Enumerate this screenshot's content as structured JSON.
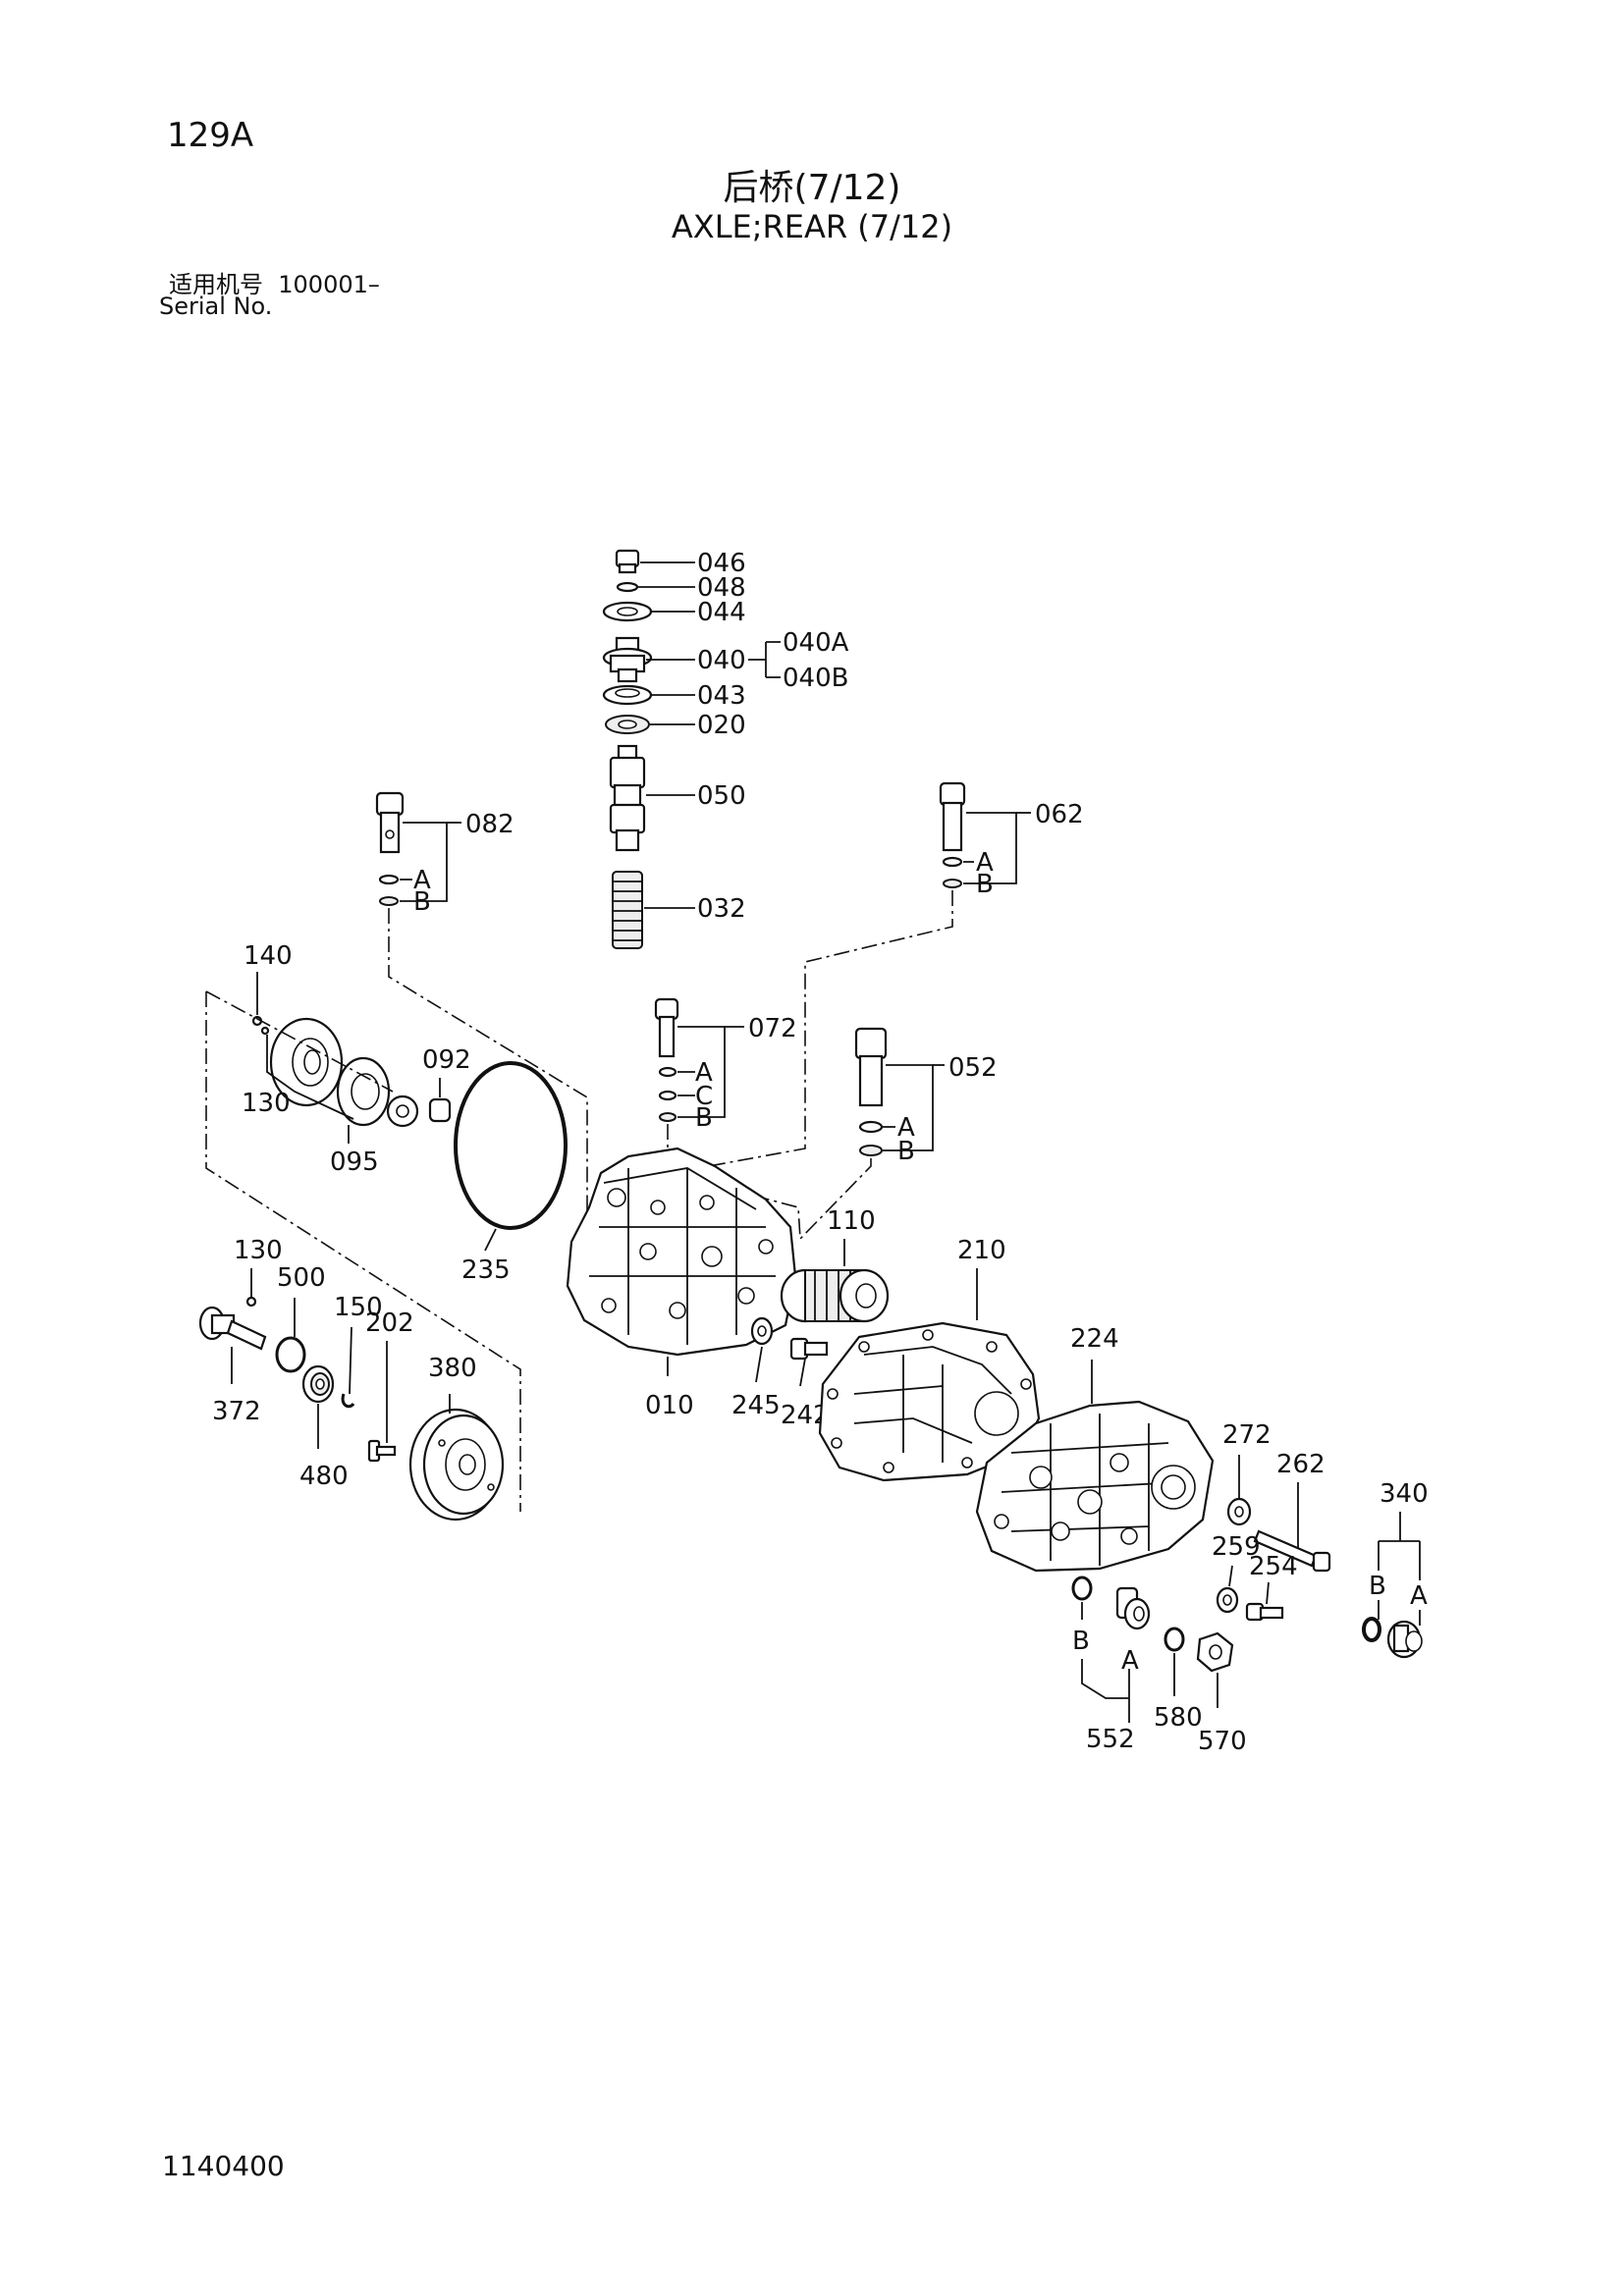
{
  "page_number": "129A",
  "title_cn": "后桥(7/12)",
  "title_en": "AXLE;REAR (7/12)",
  "serial_label_cn": "适用机号",
  "serial_value": "100001–",
  "serial_label_en": "Serial No.",
  "doc_code": "1140400",
  "callouts": {
    "p046": "046",
    "p048": "048",
    "p044": "044",
    "p040": "040",
    "p040A": "040A",
    "p040B": "040B",
    "p043": "043",
    "p020": "020",
    "p050": "050",
    "p032": "032",
    "p082": "082",
    "p082A": "A",
    "p082B": "B",
    "p062": "062",
    "p062A": "A",
    "p062B": "B",
    "p140": "140",
    "p130a": "130",
    "p095": "095",
    "p092": "092",
    "p235": "235",
    "p072": "072",
    "p072A": "A",
    "p072C": "C",
    "p072B": "B",
    "p052": "052",
    "p052A": "A",
    "p052B": "B",
    "p110": "110",
    "p010": "010",
    "p245": "245",
    "p242": "242",
    "p210": "210",
    "p224": "224",
    "p130b": "130",
    "p500": "500",
    "p150": "150",
    "p202": "202",
    "p380": "380",
    "p372": "372",
    "p480": "480",
    "p272": "272",
    "p262": "262",
    "p259": "259",
    "p254": "254",
    "p340": "340",
    "p340B": "B",
    "p340A": "A",
    "p552B": "B",
    "p552A": "A",
    "p552": "552",
    "p580": "580",
    "p570": "570"
  }
}
